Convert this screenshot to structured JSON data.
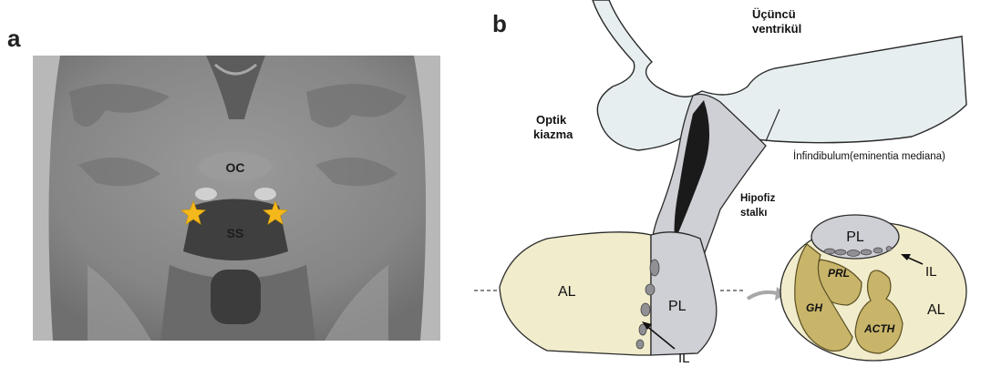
{
  "panel_a": {
    "letter": "a",
    "labels": {
      "oc": "OC",
      "ss": "SS"
    }
  },
  "panel_b": {
    "letter": "b",
    "labels": {
      "third_ventricle_line1": "Üçüncü",
      "third_ventricle_line2": "ventrikül",
      "optic_chiasm_line1": "Optik",
      "optic_chiasm_line2": "kiazma",
      "infundibulum": "İnfindibulum(eminentia mediana)",
      "stalk_line1": "Hipofiz",
      "stalk_line2": "stalkı",
      "al_left": "AL",
      "pl_left": "PL",
      "il_left": "IL",
      "pl_right": "PL",
      "il_right": "IL",
      "prl": "PRL",
      "gh": "GH",
      "acth": "ACTH",
      "al_right": "AL"
    }
  },
  "colors": {
    "star": "#f5b81c",
    "anterior_lobe": "#f1eccb",
    "anterior_lobe_cells": "#c8b56a",
    "posterior_lobe": "#cfd0d6",
    "ventricle": "#e6eef0"
  }
}
